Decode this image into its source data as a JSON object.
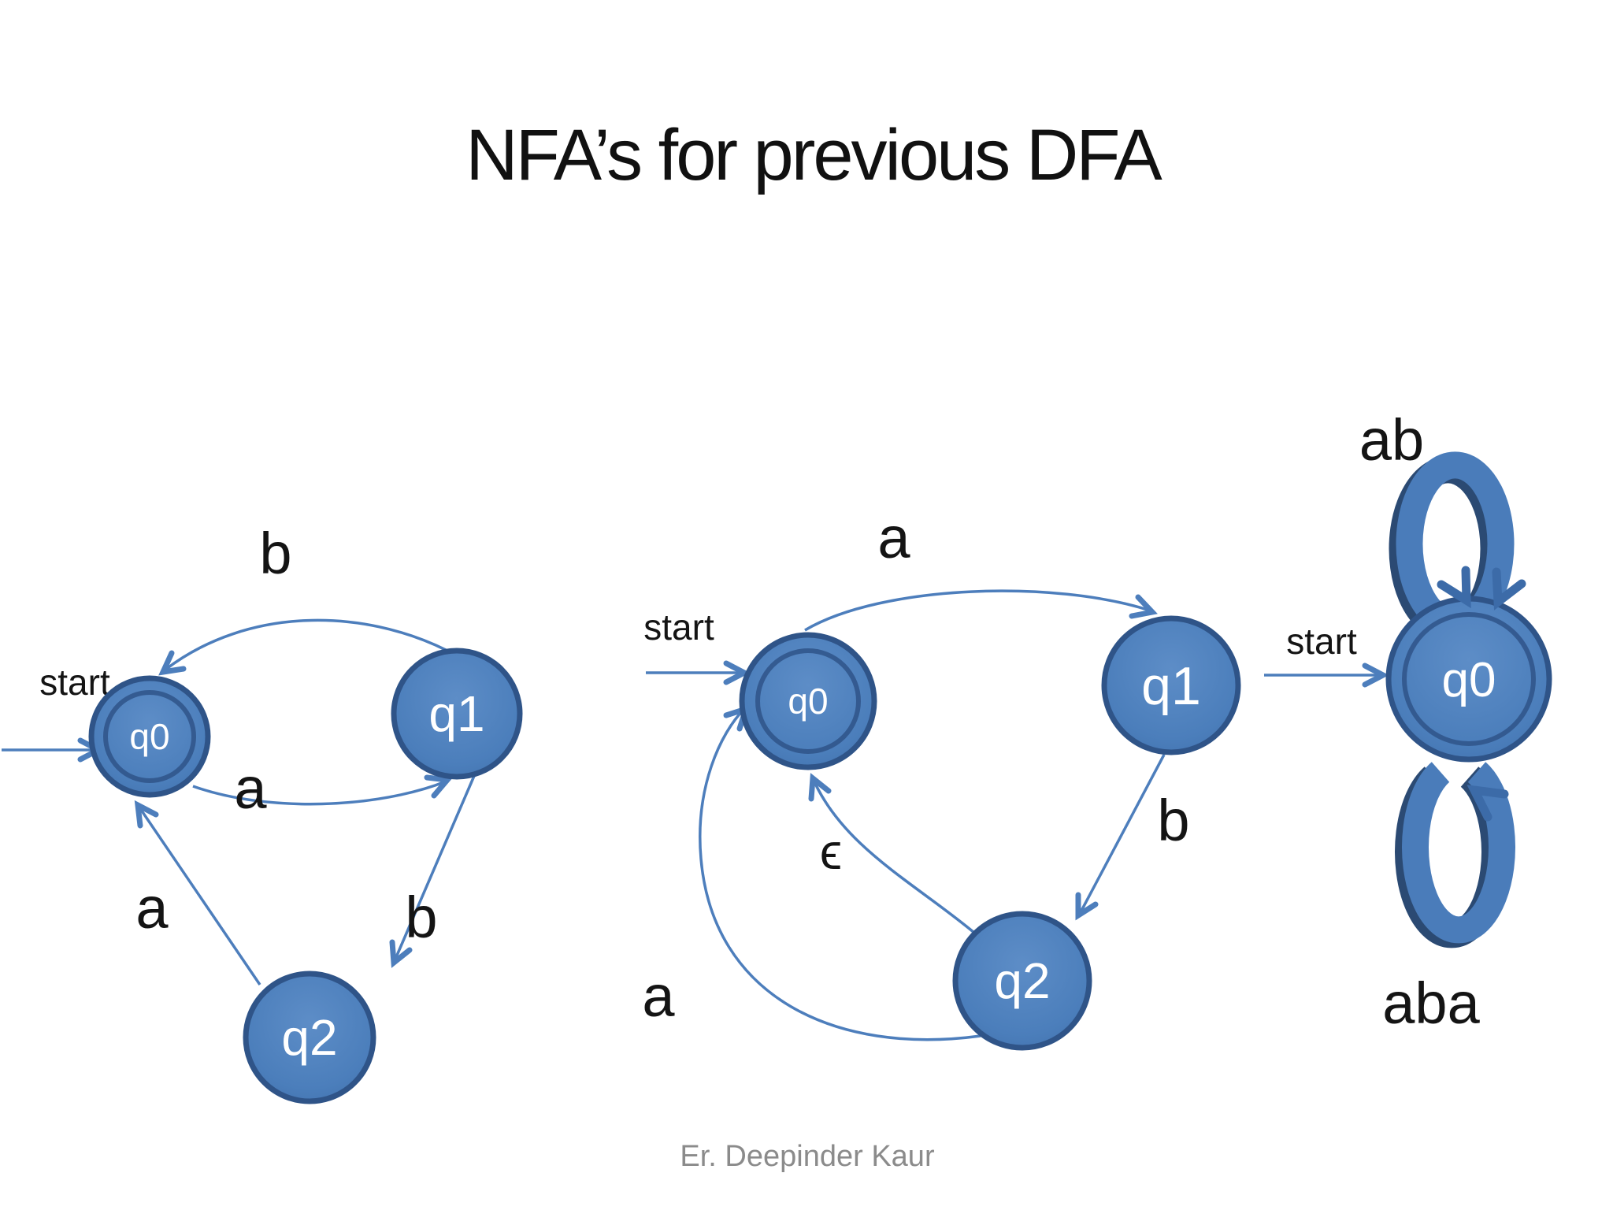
{
  "slide": {
    "title": "NFA’s for previous DFA",
    "footer": "Er. Deepinder Kaur"
  },
  "colors": {
    "node_fill": "#4b7ebb",
    "node_stroke": "#2f5488",
    "arrow": "#4d7ebc",
    "loop_shadow": "#2b4a73",
    "title_text": "#111111",
    "footer_text": "#8b8b8b",
    "state_text": "#ffffff"
  },
  "diagrams": {
    "left": {
      "start_label": "start",
      "states": [
        {
          "id": "q0",
          "label": "q0",
          "accepting": true
        },
        {
          "id": "q1",
          "label": "q1",
          "accepting": false
        },
        {
          "id": "q2",
          "label": "q2",
          "accepting": false
        }
      ],
      "transitions": [
        {
          "from": "q1",
          "to": "q0",
          "label": "b"
        },
        {
          "from": "q0",
          "to": "q1",
          "label": "a"
        },
        {
          "from": "q2",
          "to": "q0",
          "label": "a"
        },
        {
          "from": "q1",
          "to": "q2",
          "label": "b"
        }
      ]
    },
    "middle": {
      "start_label": "start",
      "states": [
        {
          "id": "q0",
          "label": "q0",
          "accepting": true
        },
        {
          "id": "q1",
          "label": "q1",
          "accepting": false
        },
        {
          "id": "q2",
          "label": "q2",
          "accepting": false
        }
      ],
      "transitions": [
        {
          "from": "q0",
          "to": "q1",
          "label": "a"
        },
        {
          "from": "q1",
          "to": "q2",
          "label": "b"
        },
        {
          "from": "q2",
          "to": "q0",
          "label": "ϵ"
        },
        {
          "from": "q2",
          "to": "q0",
          "label": "a"
        }
      ]
    },
    "right": {
      "start_label": "start",
      "states": [
        {
          "id": "q0",
          "label": "q0",
          "accepting": true
        }
      ],
      "loops": [
        {
          "on": "q0",
          "label": "ab"
        },
        {
          "on": "q0",
          "label": "aba"
        }
      ]
    }
  }
}
